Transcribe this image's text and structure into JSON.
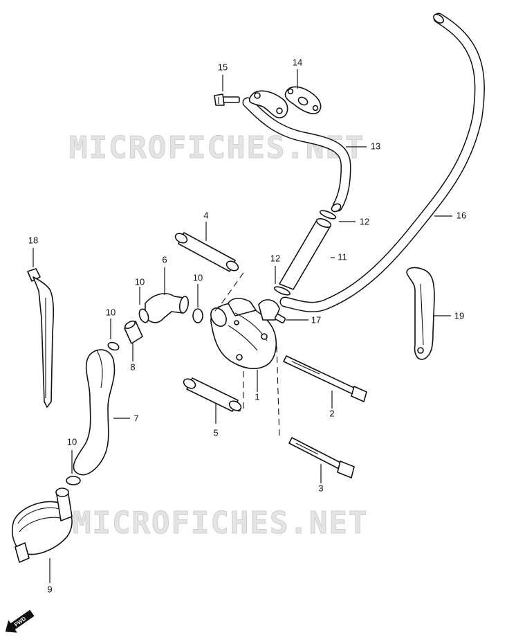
{
  "watermarks": [
    "MICROFICHES.NET",
    "MICROFICHES.NET"
  ],
  "callouts": {
    "p1": "1",
    "p2": "2",
    "p3": "3",
    "p4": "4",
    "p5": "5",
    "p6": "6",
    "p7": "7",
    "p8": "8",
    "p9": "9",
    "p10a": "10",
    "p10b": "10",
    "p10c": "10",
    "p10d": "10",
    "p11": "11",
    "p12a": "12",
    "p12b": "12",
    "p13": "13",
    "p14": "14",
    "p15": "15",
    "p16": "16",
    "p17": "17",
    "p18": "18",
    "p19": "19"
  },
  "direction_badge": "FWD",
  "icons": {
    "direction": "fwd-arrow-icon"
  }
}
